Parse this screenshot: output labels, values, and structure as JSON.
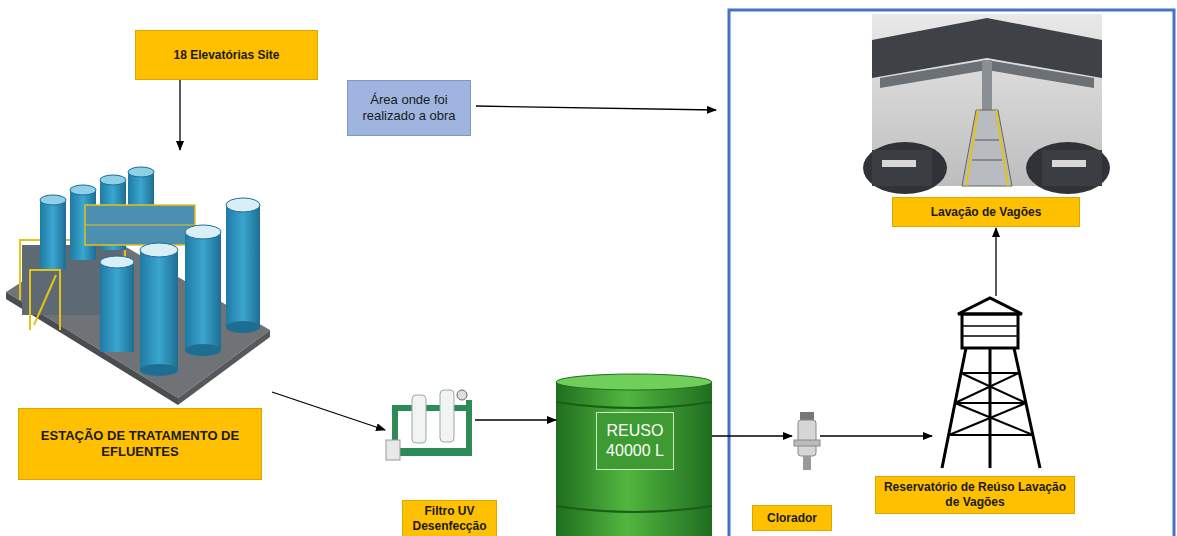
{
  "diagram": {
    "nodes": [
      {
        "text": [
          "18 Elevatórias Site"
        ]
      },
      {
        "text": [
          "Área onde foi realizado a obra"
        ]
      },
      {
        "text": [
          "Lavação de Vagões"
        ]
      },
      {
        "text": [
          "ESTAÇÃO DE TRATAMENTO DE EFLUENTES"
        ]
      },
      {
        "text": [
          "Filtro UV Desenfecção"
        ]
      },
      {
        "text": [
          "REUSO 40000 L"
        ]
      },
      {
        "text": [
          "Clorador"
        ]
      },
      {
        "text": [
          "Reservatório de Reúso Lavação de Vagões"
        ]
      }
    ],
    "edges": [
      {
        "from": 0,
        "to": 3,
        "arrow": "to"
      },
      {
        "from": 3,
        "to": 4,
        "arrow": "to"
      },
      {
        "from": 4,
        "to": 5,
        "arrow": "to"
      },
      {
        "from": 5,
        "to": 6,
        "arrow": "to"
      },
      {
        "from": 6,
        "to": 7,
        "arrow": "to"
      },
      {
        "from": 7,
        "to": 2,
        "arrow": "to"
      }
    ]
  }
}
